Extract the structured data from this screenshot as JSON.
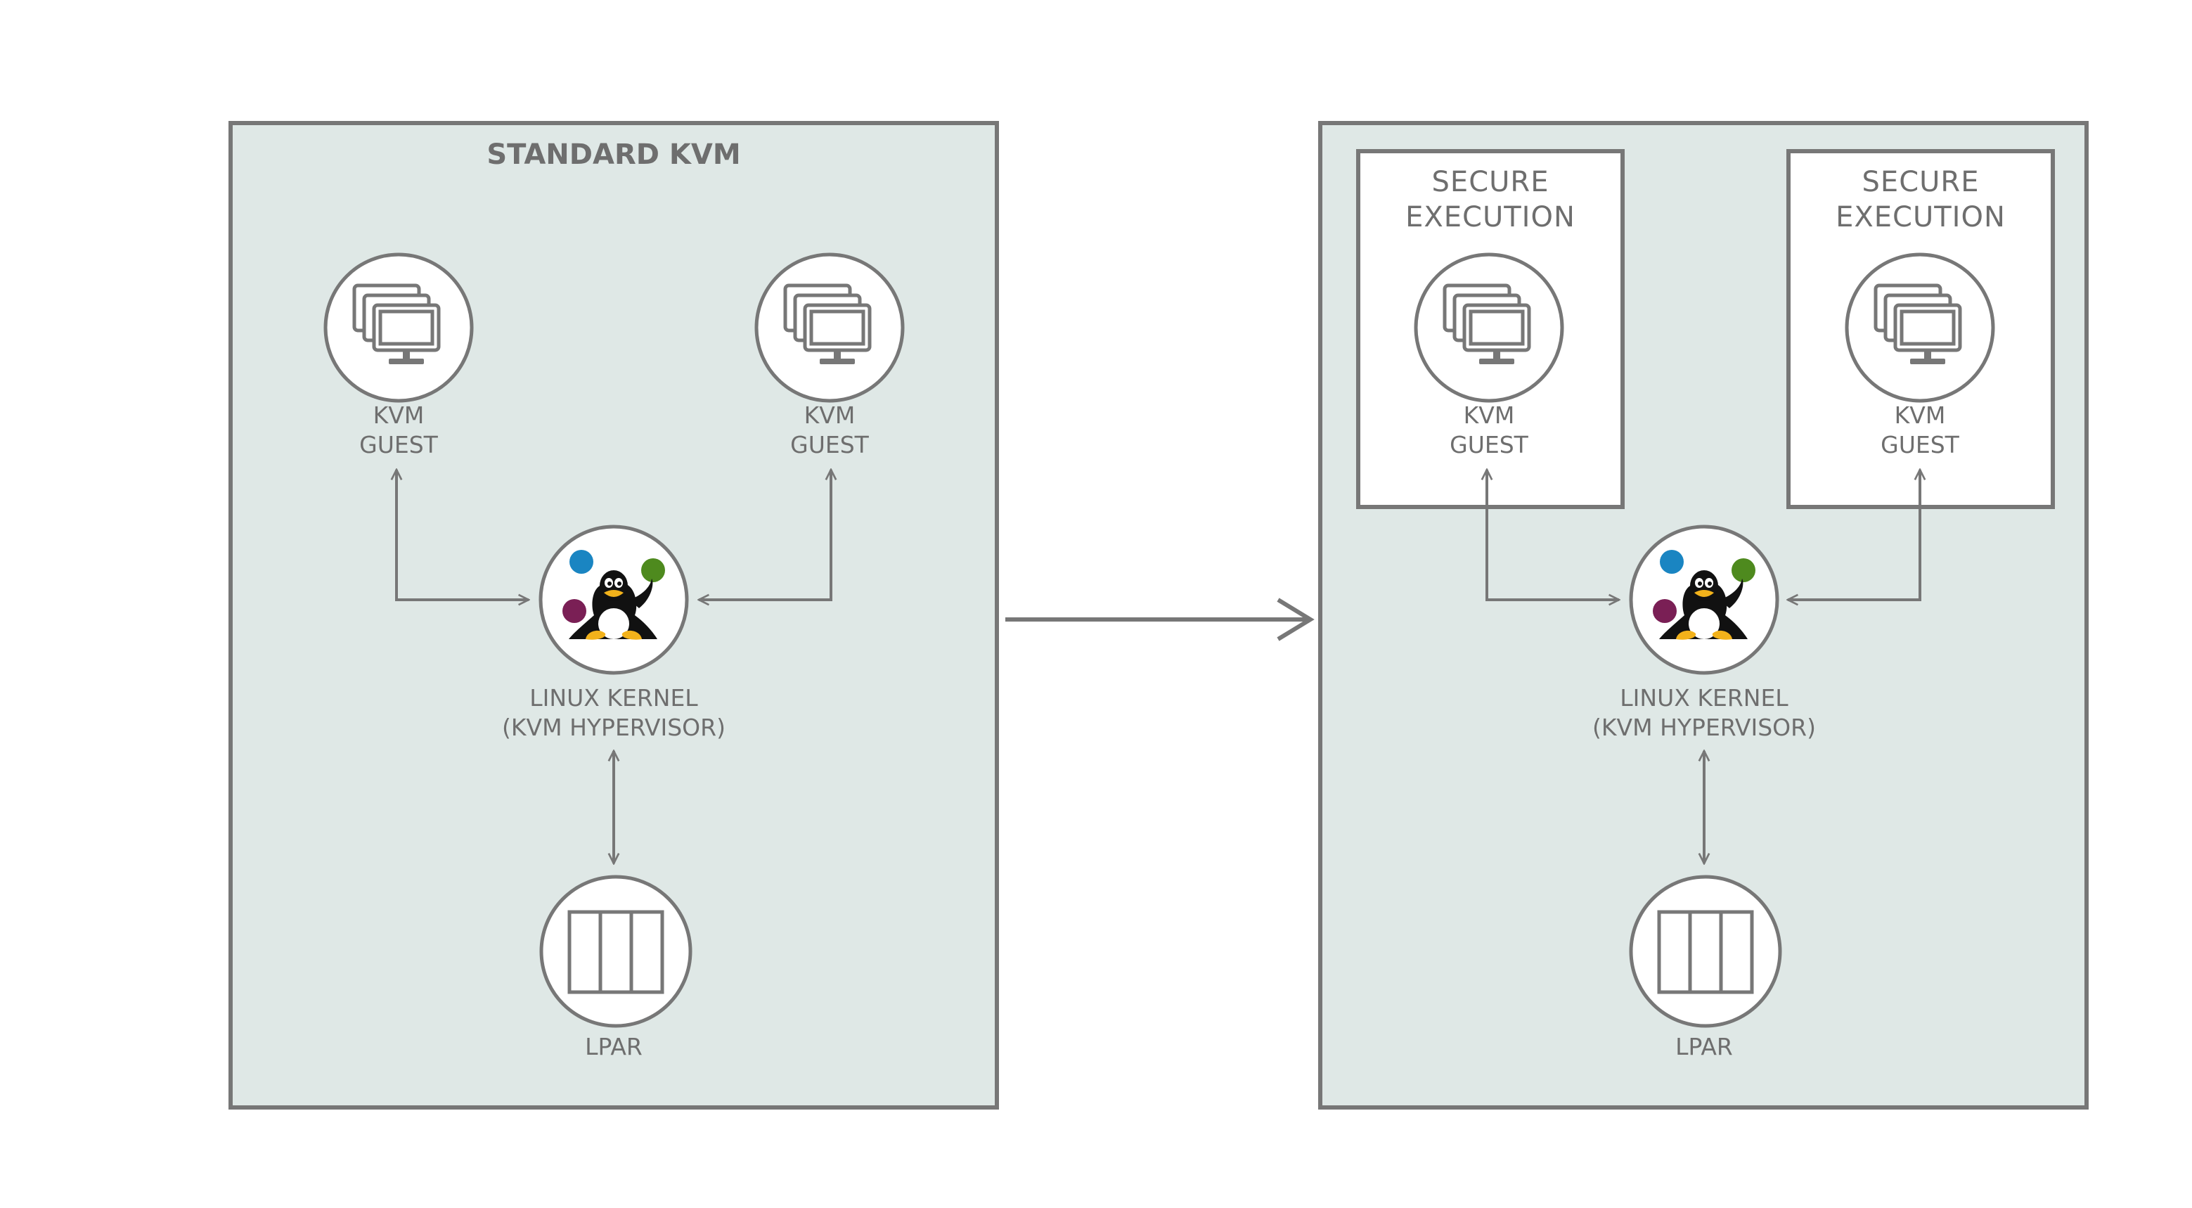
{
  "colors": {
    "panel_fill": "#dfe8e6",
    "stroke": "#777777",
    "text": "#6e6e6e",
    "dot_blue": "#1a85c2",
    "dot_green": "#4e8a1e",
    "dot_purple": "#7a1f55"
  },
  "left_panel": {
    "title": "STANDARD KVM",
    "guest_left": {
      "line1": "KVM",
      "line2": "GUEST"
    },
    "guest_right": {
      "line1": "KVM",
      "line2": "GUEST"
    },
    "kernel": {
      "line1": "LINUX KERNEL",
      "line2": "(KVM HYPERVISOR)"
    },
    "lpar": "LPAR"
  },
  "right_panel": {
    "secure_left": {
      "line1": "SECURE",
      "line2": "EXECUTION"
    },
    "secure_right": {
      "line1": "SECURE",
      "line2": "EXECUTION"
    },
    "guest_left": {
      "line1": "KVM",
      "line2": "GUEST"
    },
    "guest_right": {
      "line1": "KVM",
      "line2": "GUEST"
    },
    "kernel": {
      "line1": "LINUX KERNEL",
      "line2": "(KVM HYPERVISOR)"
    },
    "lpar": "LPAR"
  },
  "icons": {
    "guest": "stacked-monitors-icon",
    "kernel": "linux-penguin-icon",
    "lpar": "partition-icon"
  }
}
